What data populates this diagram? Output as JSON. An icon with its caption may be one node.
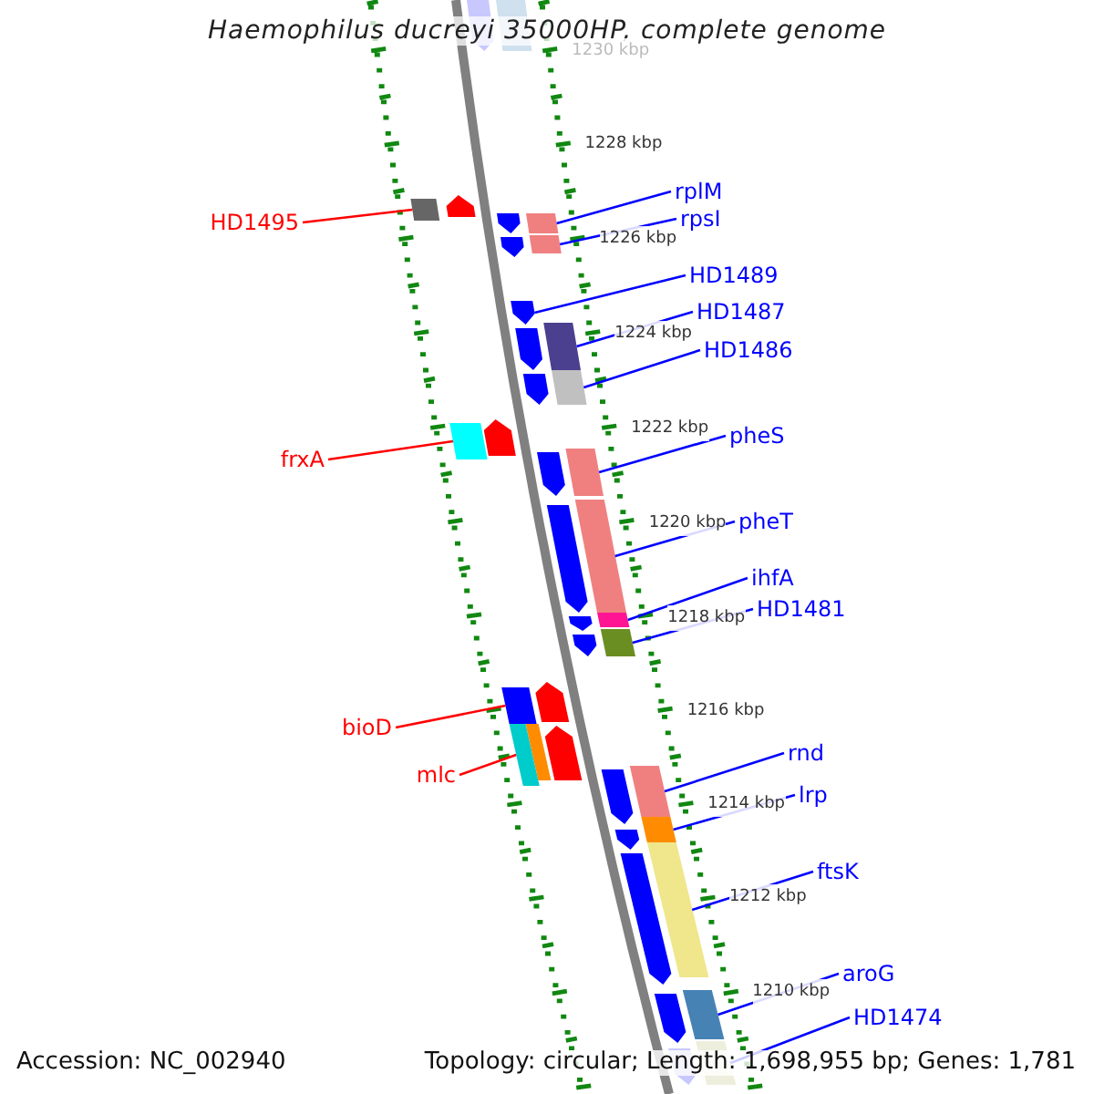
{
  "diagram": {
    "title": "Haemophilus ducreyi 35000HP, complete genome",
    "nodes": [
      {
        "text": [
          "HD1495"
        ]
      },
      {
        "text": [],
        "shape": "bar"
      },
      {
        "text": [
          "frxA"
        ]
      },
      {
        "text": [],
        "shape": "bar"
      },
      {
        "text": [
          "bioD"
        ]
      },
      {
        "text": [],
        "shape": "bar"
      },
      {
        "text": [
          "mlc"
        ]
      },
      {
        "text": [],
        "shape": "bar"
      },
      {
        "text": [
          "rplM"
        ]
      },
      {
        "text": [],
        "shape": "bar"
      },
      {
        "text": [
          "rpsI"
        ]
      },
      {
        "text": [],
        "shape": "bar"
      },
      {
        "text": [
          "HD1489"
        ]
      },
      {
        "text": [],
        "shape": "bar"
      },
      {
        "text": [
          "HD1487"
        ]
      },
      {
        "text": [],
        "shape": "bar"
      },
      {
        "text": [
          "HD1486"
        ]
      },
      {
        "text": [],
        "shape": "bar"
      },
      {
        "text": [
          "pheS"
        ]
      },
      {
        "text": [],
        "shape": "bar"
      },
      {
        "text": [
          "pheT"
        ]
      },
      {
        "text": [],
        "shape": "bar"
      },
      {
        "text": [
          "ihfA"
        ]
      },
      {
        "text": [],
        "shape": "bar"
      },
      {
        "text": [
          "HD1481"
        ]
      },
      {
        "text": [],
        "shape": "bar"
      },
      {
        "text": [
          "rnd"
        ]
      },
      {
        "text": [],
        "shape": "bar"
      },
      {
        "text": [
          "lrp"
        ]
      },
      {
        "text": [],
        "shape": "bar"
      },
      {
        "text": [
          "ftsK"
        ]
      },
      {
        "text": [],
        "shape": "bar"
      },
      {
        "text": [
          "aroG"
        ]
      },
      {
        "text": [],
        "shape": "bar"
      },
      {
        "text": [
          "HD1474"
        ]
      },
      {
        "text": [],
        "shape": "bar"
      },
      {
        "text": [],
        "shape": "bar"
      },
      {
        "text": [],
        "shape": "bar"
      },
      {
        "text": [],
        "shape": "bar"
      },
      {
        "text": [],
        "shape": "bar"
      },
      {
        "text": [],
        "shape": "bar"
      },
      {
        "text": [],
        "shape": "bar"
      },
      {
        "text": [],
        "shape": "bar"
      },
      {
        "text": [],
        "shape": "bar"
      },
      {
        "text": [],
        "shape": "bar"
      },
      {
        "text": [],
        "shape": "bar"
      },
      {
        "text": [],
        "shape": "bar"
      },
      {
        "text": [],
        "shape": "bar"
      },
      {
        "text": [],
        "shape": "bar"
      },
      {
        "text": [],
        "shape": "bar"
      },
      {
        "text": [],
        "shape": "bar"
      },
      {
        "text": [],
        "shape": "bar"
      },
      {
        "text": [],
        "shape": "bar"
      },
      {
        "text": [],
        "shape": "bar"
      },
      {
        "text": [],
        "shape": "bar"
      },
      {
        "text": [],
        "shape": "bar"
      }
    ],
    "edges": [
      {
        "from": 0,
        "to": 1,
        "arrow": "none",
        "color": "#ff0000"
      },
      {
        "from": 2,
        "to": 3,
        "arrow": "none",
        "color": "#ff0000"
      },
      {
        "from": 4,
        "to": 5,
        "arrow": "none",
        "color": "#ff0000"
      },
      {
        "from": 6,
        "to": 7,
        "arrow": "none",
        "color": "#ff0000"
      },
      {
        "from": 8,
        "to": 9,
        "arrow": "none"
      },
      {
        "from": 10,
        "to": 11,
        "arrow": "none"
      },
      {
        "from": 12,
        "to": 13,
        "arrow": "none"
      },
      {
        "from": 14,
        "to": 15,
        "arrow": "none"
      },
      {
        "from": 16,
        "to": 17,
        "arrow": "none"
      },
      {
        "from": 18,
        "to": 19,
        "arrow": "none"
      },
      {
        "from": 20,
        "to": 21,
        "arrow": "none"
      },
      {
        "from": 22,
        "to": 23,
        "arrow": "none"
      },
      {
        "from": 24,
        "to": 25,
        "arrow": "none"
      },
      {
        "from": 26,
        "to": 27,
        "arrow": "none"
      },
      {
        "from": 28,
        "to": 29,
        "arrow": "none"
      },
      {
        "from": 30,
        "to": 31,
        "arrow": "none"
      },
      {
        "from": 32,
        "to": 33,
        "arrow": "none"
      },
      {
        "from": 34,
        "to": 35,
        "arrow": "none"
      }
    ],
    "labels": [
      "1230 kbp",
      "1228 kbp",
      "1226 kbp",
      "1224 kbp",
      "1222 kbp",
      "1220 kbp",
      "1218 kbp",
      "1216 kbp",
      "1214 kbp",
      "1212 kbp",
      "1210 kbp",
      "Accession: NC_002940",
      "Topology: circular; Length: 1,698,955 bp; Genes: 1,781"
    ]
  }
}
